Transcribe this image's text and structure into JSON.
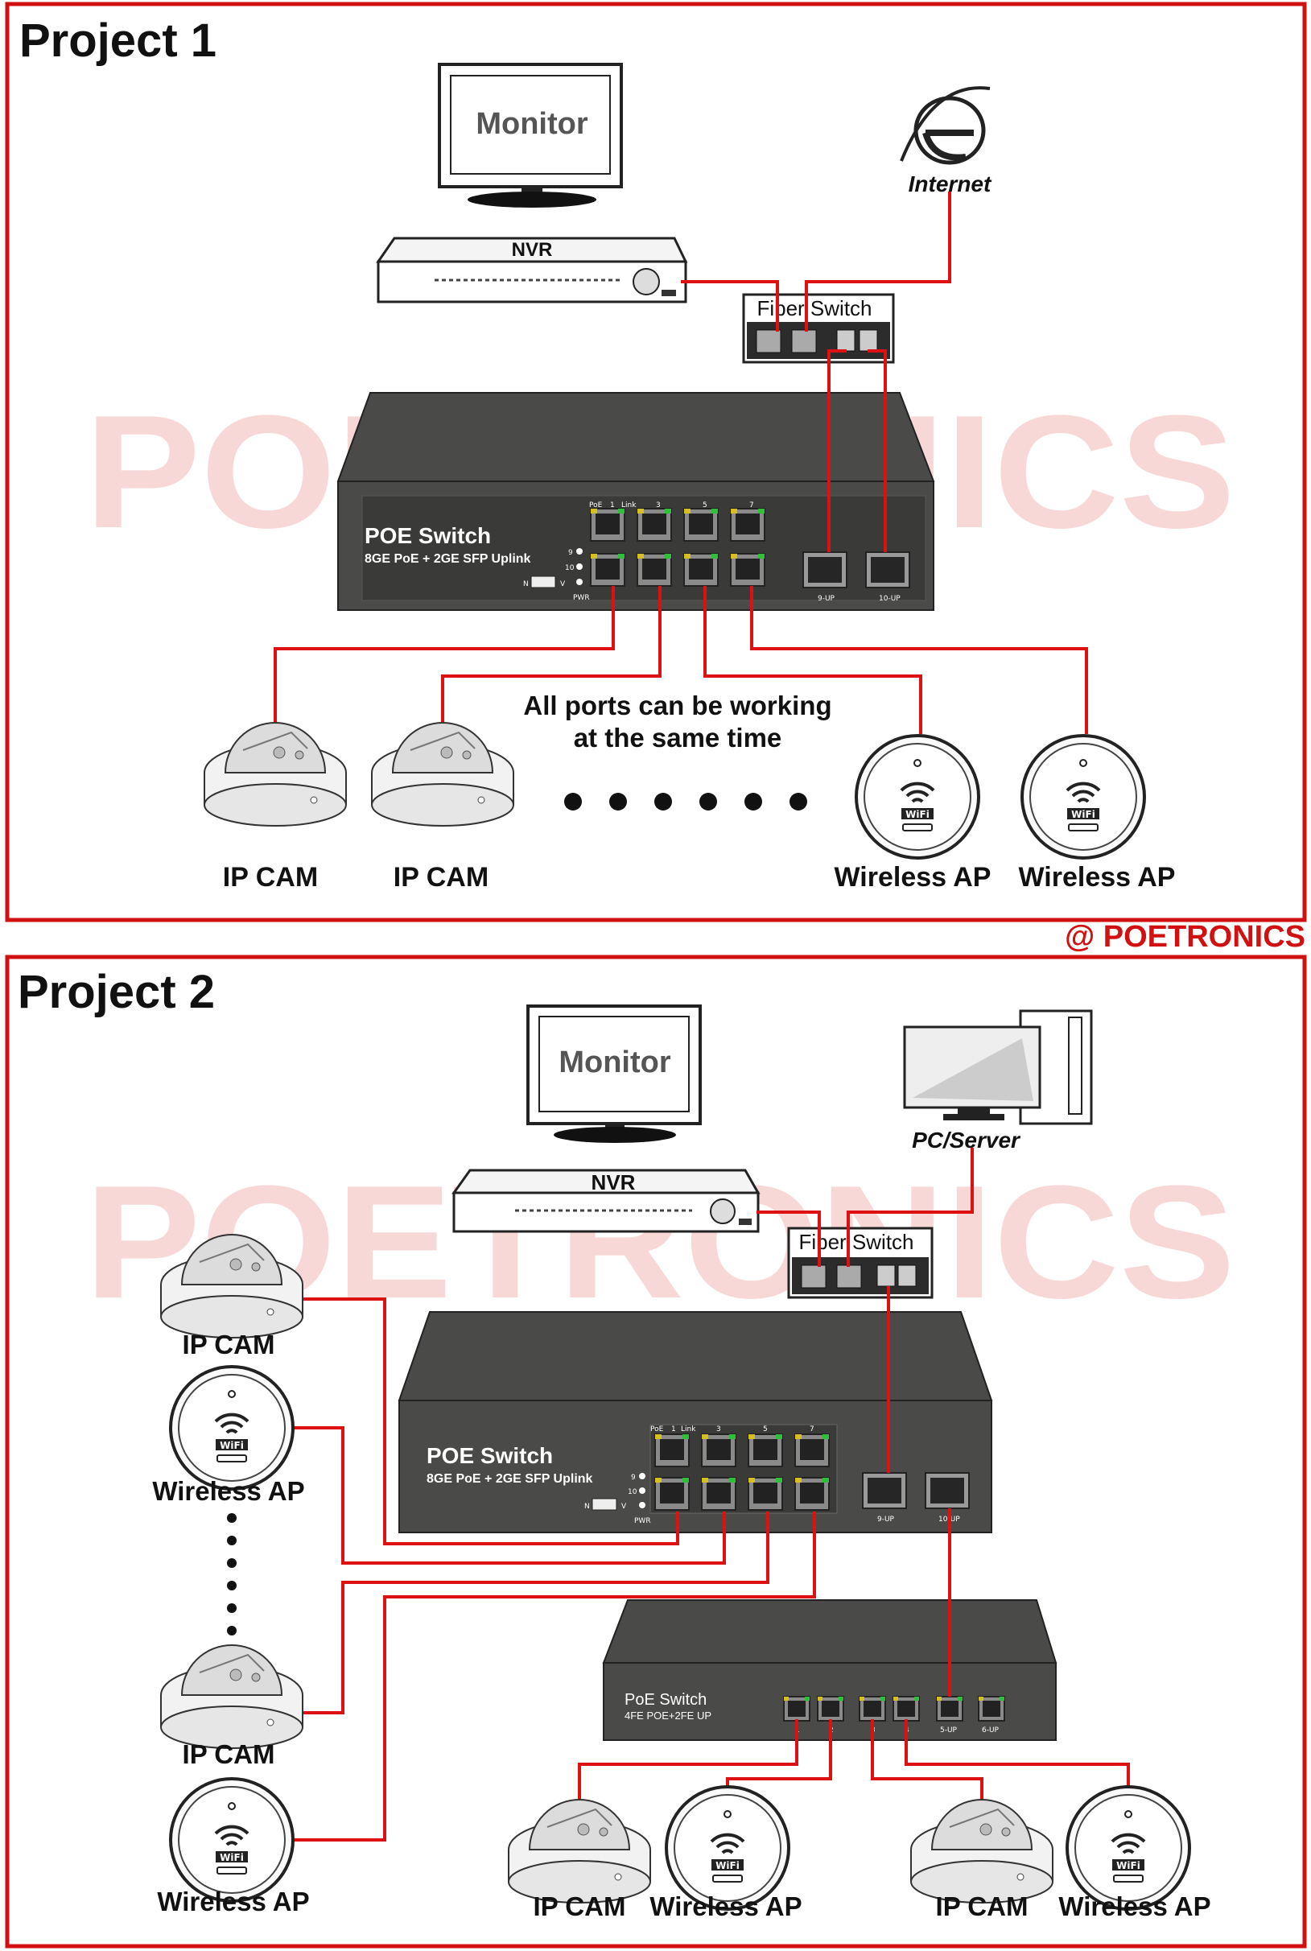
{
  "watermark": "POETRONICS",
  "credit": "@ POETRONICS",
  "colors": {
    "frame": "#d11111",
    "wire": "#dd1111",
    "switch_body": "#4a4a48",
    "watermark": "#f4b8b8"
  },
  "project1": {
    "title": "Project 1",
    "monitor": "Monitor",
    "nvr": "NVR",
    "internet": "Internet",
    "fiber_switch": "Fiber Switch",
    "poe_switch": {
      "title": "POE Switch",
      "subtitle": "8GE PoE + 2GE SFP Uplink",
      "port_top_labels": [
        "PoE",
        "1",
        "Link",
        "3",
        "5",
        "7"
      ],
      "led_labels": [
        "9",
        "10",
        "PWR"
      ],
      "sfp_labels": [
        "9-UP",
        "10-UP"
      ],
      "mode_label": "N",
      "mode_label2": "V"
    },
    "note_line1": "All ports can be working",
    "note_line2": "at the same time",
    "devices": [
      "IP CAM",
      "IP CAM",
      "Wireless AP",
      "Wireless AP"
    ]
  },
  "project2": {
    "title": "Project 2",
    "monitor": "Monitor",
    "nvr": "NVR",
    "pc_server": "PC/Server",
    "fiber_switch": "Fiber Switch",
    "poe_switch": {
      "title": "POE Switch",
      "subtitle": "8GE PoE + 2GE SFP Uplink",
      "port_top_labels": [
        "PoE",
        "1",
        "Link",
        "3",
        "5",
        "7"
      ],
      "led_labels": [
        "9",
        "10",
        "PWR"
      ],
      "sfp_labels": [
        "9-UP",
        "10-UP"
      ],
      "mode_label": "N",
      "mode_label2": "V"
    },
    "small_switch": {
      "title": "PoE Switch",
      "subtitle": "4FE POE+2FE UP",
      "port_labels": [
        "1",
        "2",
        "3",
        "4",
        "5-UP",
        "6-UP"
      ]
    },
    "left_devices": [
      "IP CAM",
      "Wireless AP",
      "IP CAM",
      "Wireless AP"
    ],
    "bottom_devices": [
      "IP CAM",
      "Wireless AP",
      "IP CAM",
      "Wireless AP"
    ]
  }
}
